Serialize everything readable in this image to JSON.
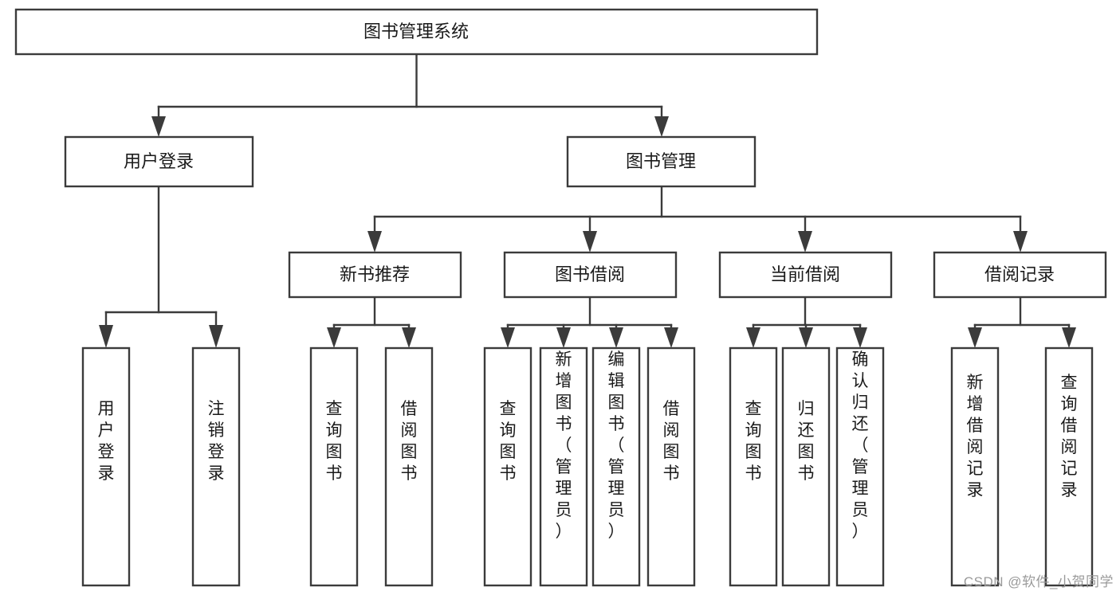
{
  "diagram": {
    "title": "图书管理系统",
    "type": "功能结构图",
    "watermark": "CSDN @软件_小贺同学",
    "colors": {
      "background": "#ffffff",
      "box_fill": "#ffffff",
      "box_stroke": "#3b3b3b",
      "text": "#1a1a1a",
      "watermark": "#9a9a9a"
    },
    "root": {
      "label": "图书管理系统"
    },
    "level2": [
      {
        "label": "用户登录"
      },
      {
        "label": "图书管理"
      }
    ],
    "level3": [
      {
        "label": "新书推荐"
      },
      {
        "label": "图书借阅"
      },
      {
        "label": "当前借阅"
      },
      {
        "label": "借阅记录"
      }
    ],
    "leaves": [
      {
        "label": "用户登录",
        "parent": "用户登录"
      },
      {
        "label": "注销登录",
        "parent": "用户登录"
      },
      {
        "label": "查询图书",
        "parent": "新书推荐"
      },
      {
        "label": "借阅图书",
        "parent": "新书推荐"
      },
      {
        "label": "查询图书",
        "parent": "图书借阅"
      },
      {
        "label": "新增图书（管理员）",
        "parent": "图书借阅"
      },
      {
        "label": "编辑图书（管理员）",
        "parent": "图书借阅"
      },
      {
        "label": "借阅图书",
        "parent": "图书借阅"
      },
      {
        "label": "查询图书",
        "parent": "当前借阅"
      },
      {
        "label": "归还图书",
        "parent": "当前借阅"
      },
      {
        "label": "确认归还（管理员）",
        "parent": "当前借阅"
      },
      {
        "label": "新增借阅记录",
        "parent": "借阅记录"
      },
      {
        "label": "查询借阅记录",
        "parent": "借阅记录"
      }
    ]
  }
}
